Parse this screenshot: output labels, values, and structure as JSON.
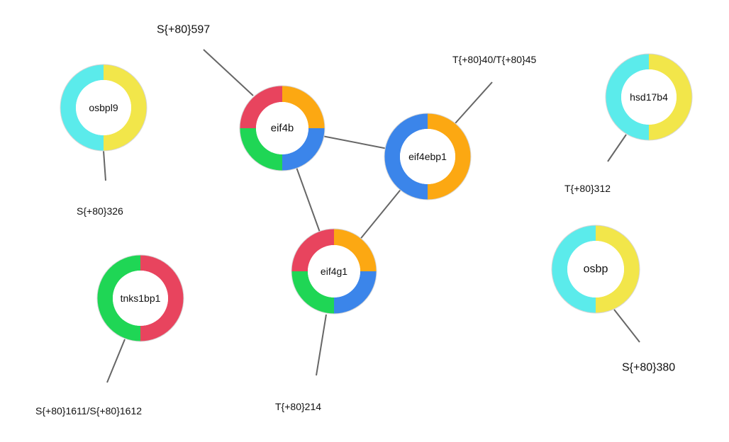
{
  "colors": {
    "yellow": "#f2e64a",
    "cyan": "#5bebeb",
    "red": "#e8445e",
    "green": "#1fd655",
    "orange": "#fca812",
    "blue": "#3b85ea",
    "edge": "#666666"
  },
  "nodes": [
    {
      "id": "osbpl9",
      "label": "osbpl9",
      "segments": [
        "yellow",
        "cyan"
      ]
    },
    {
      "id": "eif4b",
      "label": "eif4b",
      "segments": [
        "orange",
        "blue",
        "green",
        "red"
      ]
    },
    {
      "id": "eif4ebp1",
      "label": "eif4ebp1",
      "segments": [
        "orange",
        "blue"
      ]
    },
    {
      "id": "hsd17b4",
      "label": "hsd17b4",
      "segments": [
        "yellow",
        "cyan"
      ]
    },
    {
      "id": "eif4g1",
      "label": "eif4g1",
      "segments": [
        "orange",
        "blue",
        "green",
        "red"
      ]
    },
    {
      "id": "tnks1bp1",
      "label": "tnks1bp1",
      "segments": [
        "red",
        "green"
      ]
    },
    {
      "id": "osbp",
      "label": "osbp",
      "segments": [
        "yellow",
        "cyan"
      ]
    }
  ],
  "edges": [
    [
      "eif4b",
      "eif4ebp1"
    ],
    [
      "eif4b",
      "eif4g1"
    ],
    [
      "eif4ebp1",
      "eif4g1"
    ]
  ],
  "site_labels": [
    {
      "node": "osbpl9",
      "text": "S{+80}326"
    },
    {
      "node": "eif4b",
      "text": "S{+80}597"
    },
    {
      "node": "eif4ebp1",
      "text": "T{+80}40/T{+80}45"
    },
    {
      "node": "hsd17b4",
      "text": "T{+80}312"
    },
    {
      "node": "eif4g1",
      "text": "T{+80}214"
    },
    {
      "node": "tnks1bp1",
      "text": "S{+80}1611/S{+80}1612"
    },
    {
      "node": "osbp",
      "text": "S{+80}380"
    }
  ]
}
